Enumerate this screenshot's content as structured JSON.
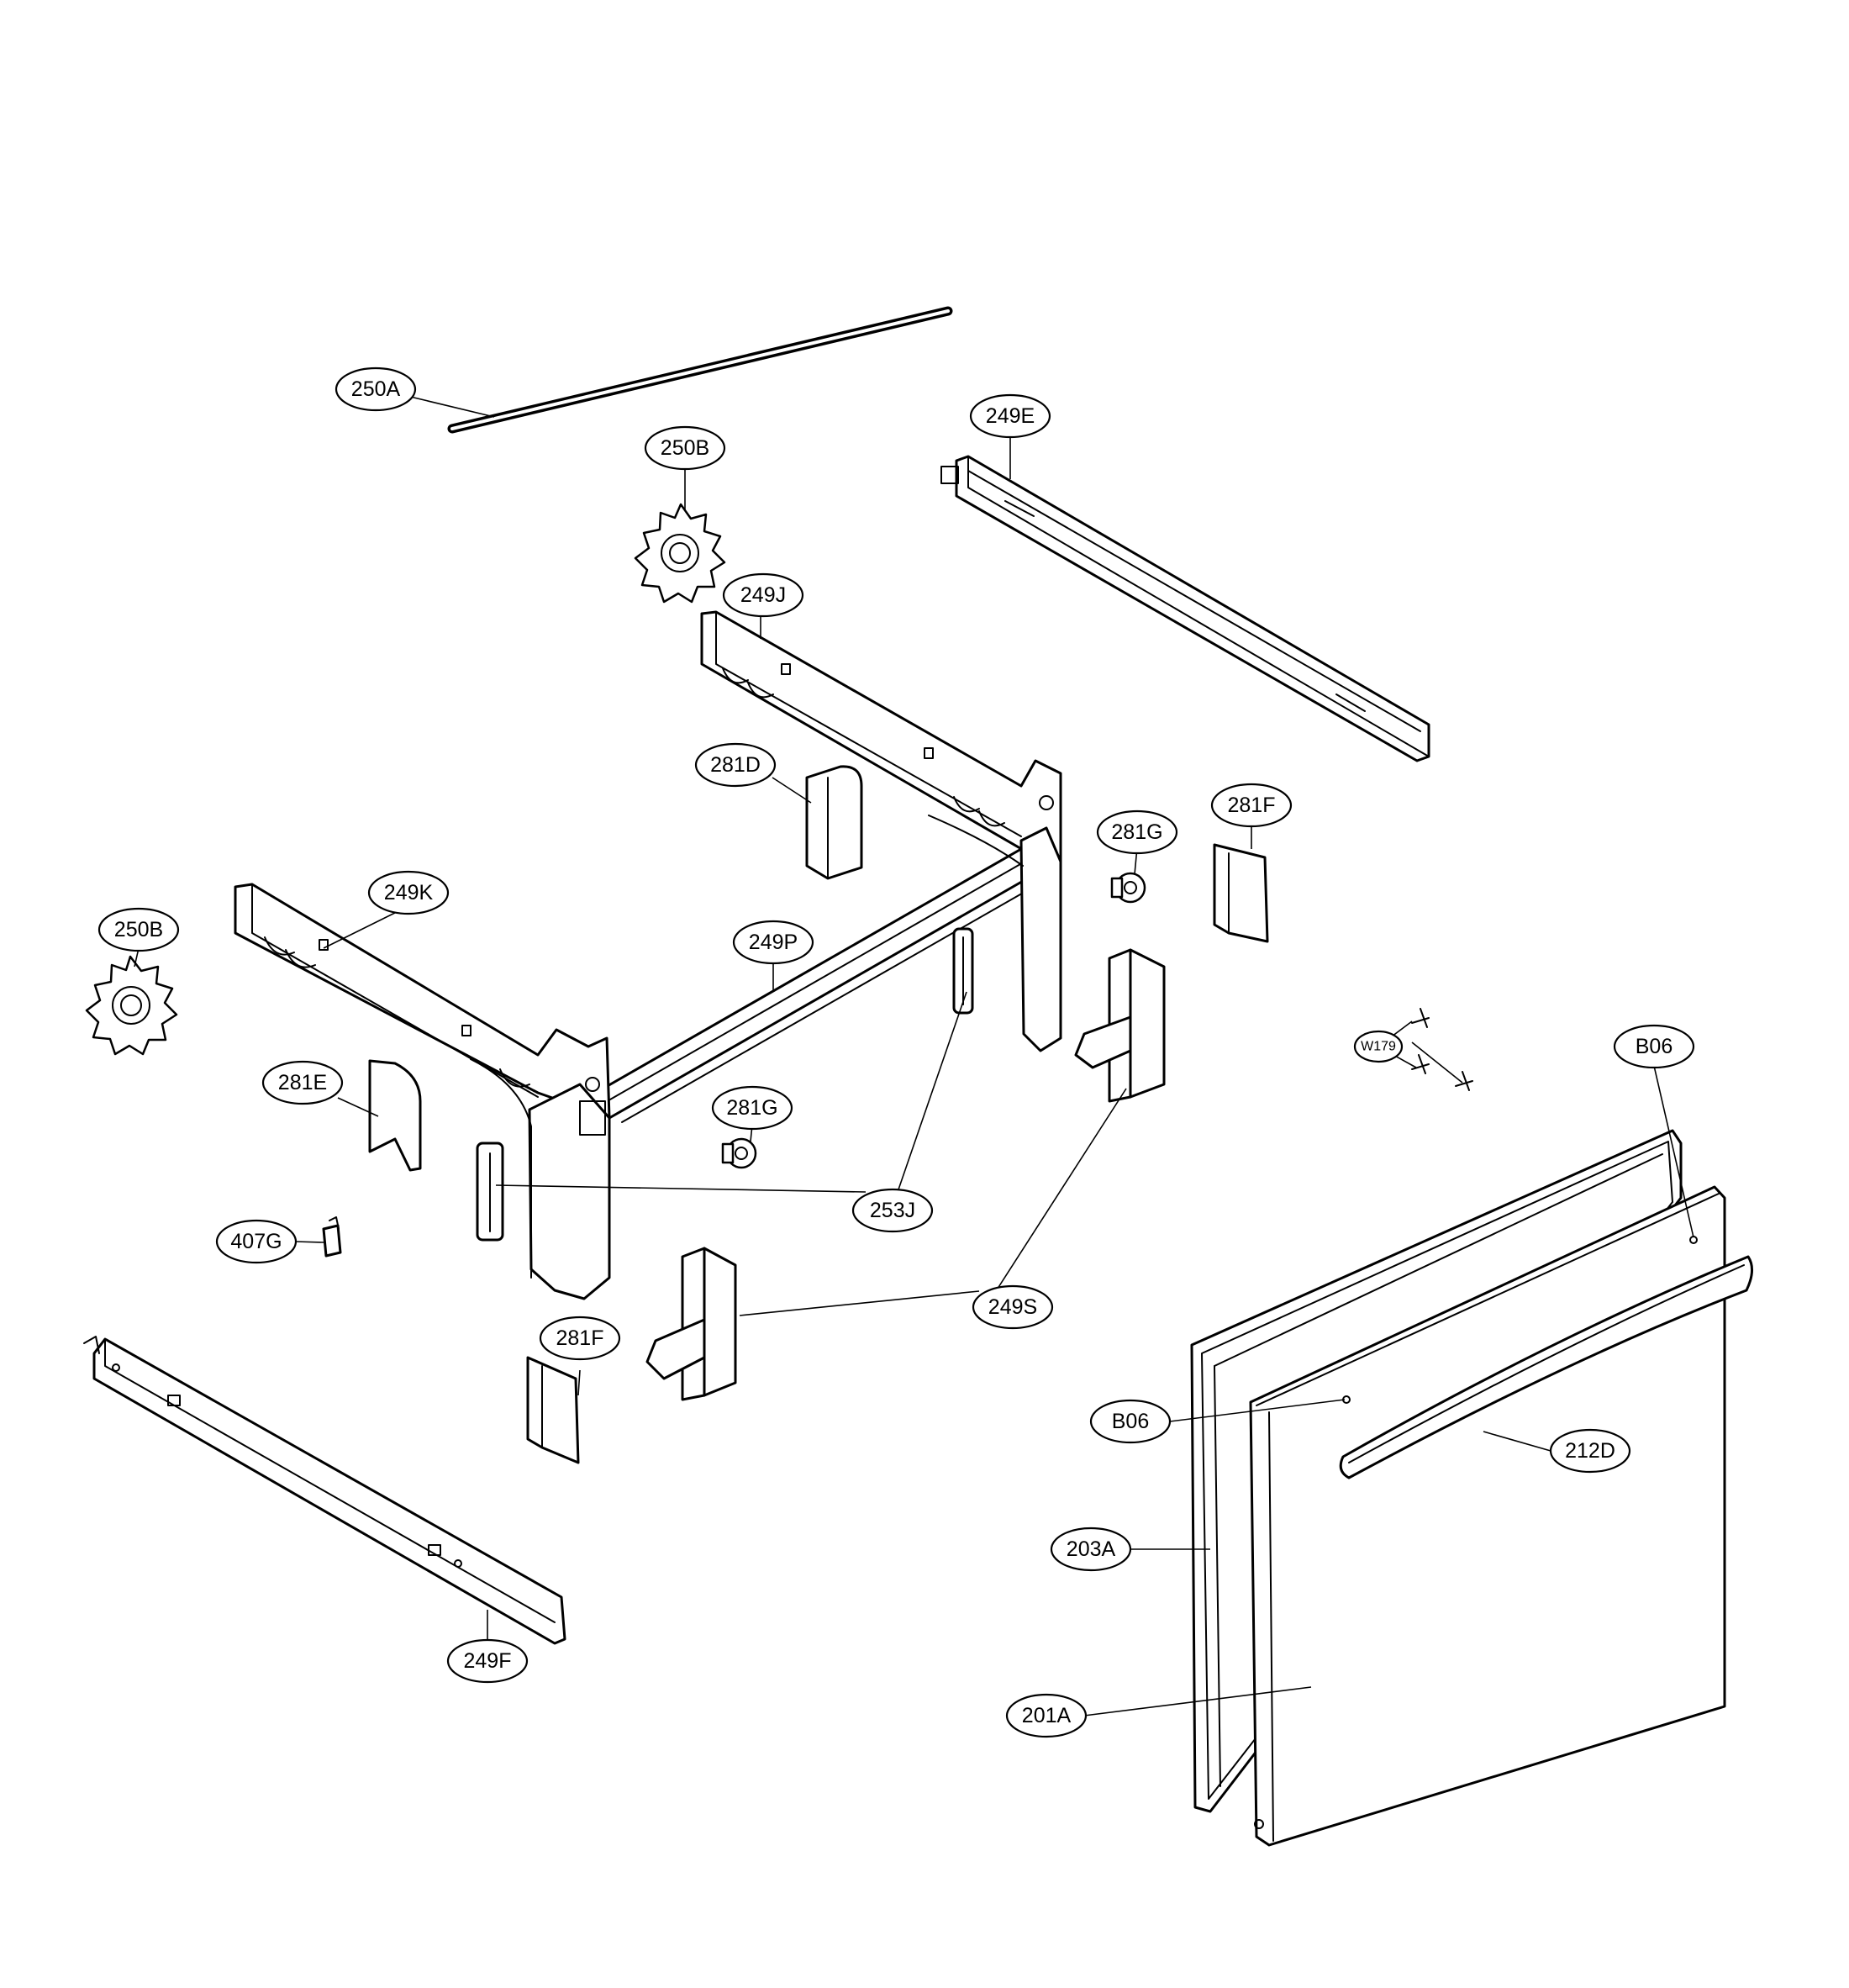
{
  "callouts": {
    "c250a": "250A",
    "c250b_top": "250B",
    "c249e": "249E",
    "c249j": "249J",
    "c281d": "281D",
    "c281g_top": "281G",
    "c281f_top": "281F",
    "c249k": "249K",
    "c250b_left": "250B",
    "c249p": "249P",
    "c281e": "281E",
    "c281g_mid": "281G",
    "c253j": "253J",
    "c407g": "407G",
    "c249s": "249S",
    "c281f_low": "281F",
    "c249f": "249F",
    "cw179": "W179",
    "cb06_top": "B06",
    "cb06_mid": "B06",
    "c212d": "212D",
    "c203a": "203A",
    "c201a": "201A"
  }
}
